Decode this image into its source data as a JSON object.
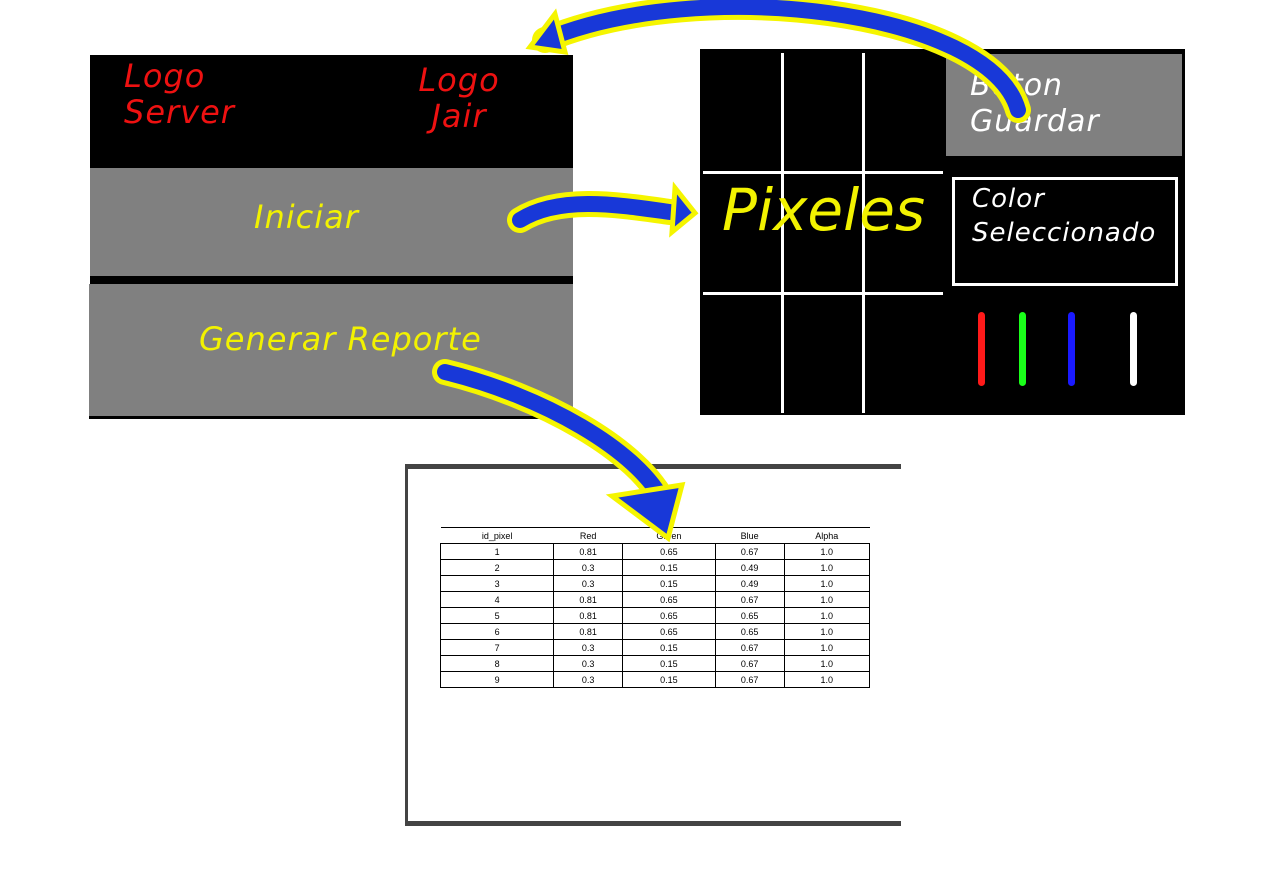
{
  "menu": {
    "logo_left": "Logo Server",
    "logo_right": "Logo Jair",
    "start_button": "Iniciar",
    "report_button": "Generar Reporte"
  },
  "editor": {
    "canvas_label": "Pixeles",
    "save_button": "Boton Guardar",
    "selected_color_label": "Color Seleccionado",
    "palette": [
      {
        "name": "red",
        "color": "#ff1a1a"
      },
      {
        "name": "green",
        "color": "#1aff1a"
      },
      {
        "name": "blue",
        "color": "#1a1aff"
      },
      {
        "name": "white",
        "color": "#ffffff"
      }
    ]
  },
  "report": {
    "columns": [
      "id_pixel",
      "Red",
      "Green",
      "Blue",
      "Alpha"
    ],
    "rows": [
      [
        "1",
        "0.81",
        "0.65",
        "0.67",
        "1.0"
      ],
      [
        "2",
        "0.3",
        "0.15",
        "0.49",
        "1.0"
      ],
      [
        "3",
        "0.3",
        "0.15",
        "0.49",
        "1.0"
      ],
      [
        "4",
        "0.81",
        "0.65",
        "0.67",
        "1.0"
      ],
      [
        "5",
        "0.81",
        "0.65",
        "0.65",
        "1.0"
      ],
      [
        "6",
        "0.81",
        "0.65",
        "0.65",
        "1.0"
      ],
      [
        "7",
        "0.3",
        "0.15",
        "0.67",
        "1.0"
      ],
      [
        "8",
        "0.3",
        "0.15",
        "0.67",
        "1.0"
      ],
      [
        "9",
        "0.3",
        "0.15",
        "0.67",
        "1.0"
      ]
    ]
  },
  "annotation_colors": {
    "arrow_fill": "#1838d8",
    "arrow_outline": "#f5f500"
  }
}
